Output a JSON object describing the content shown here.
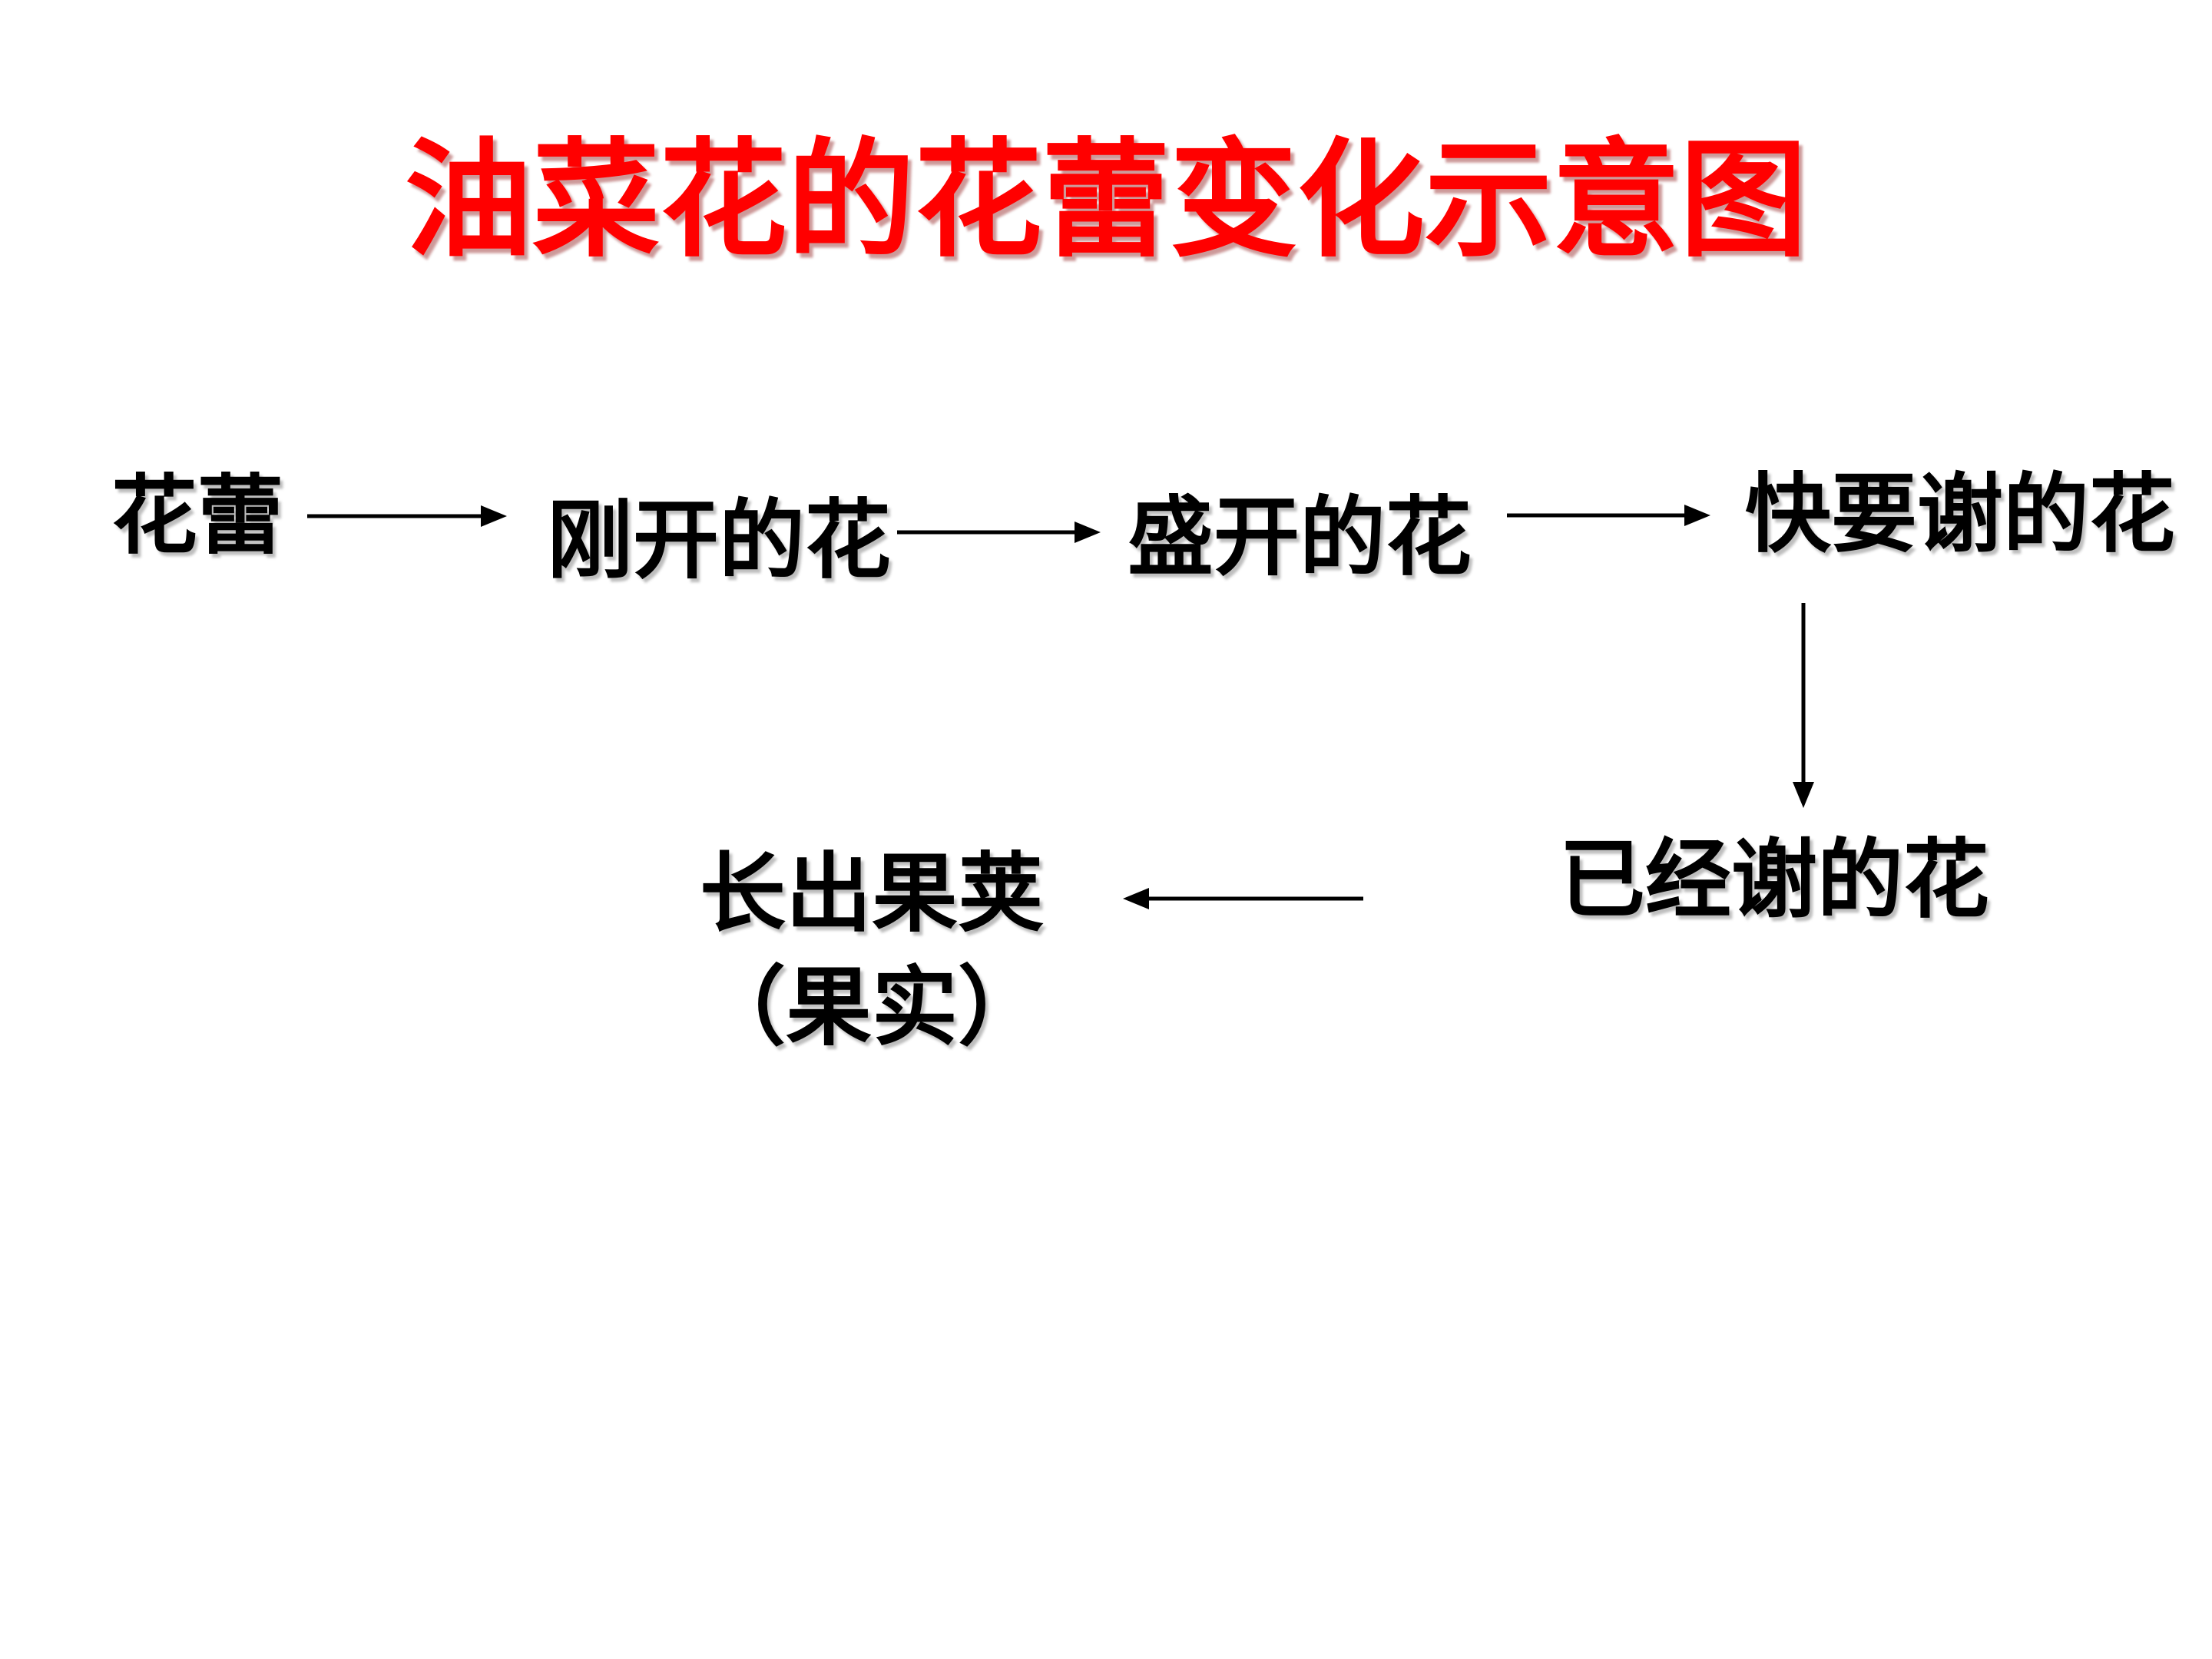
{
  "slide": {
    "background_color": "#ffffff",
    "title": {
      "text": "油菜花的花蕾变化示意图",
      "color": "#ff0000"
    }
  },
  "diagram": {
    "type": "flowchart",
    "text_color": "#000000",
    "arrow_color": "#000000",
    "nodes": [
      {
        "id": "flower-bud",
        "label": "花蕾"
      },
      {
        "id": "just-opened-flower",
        "label": "刚开的花"
      },
      {
        "id": "full-bloom-flower",
        "label": "盛开的花"
      },
      {
        "id": "about-to-wither-flower",
        "label": "快要谢的花"
      },
      {
        "id": "withered-flower",
        "label": "已经谢的花"
      },
      {
        "id": "seed-pod",
        "label": "长出果荚",
        "sublabel": "（果实）"
      }
    ],
    "edges": [
      {
        "from": "花蕾",
        "to": "刚开的花",
        "direction": "right"
      },
      {
        "from": "刚开的花",
        "to": "盛开的花",
        "direction": "right"
      },
      {
        "from": "盛开的花",
        "to": "快要谢的花",
        "direction": "right"
      },
      {
        "from": "快要谢的花",
        "to": "已经谢的花",
        "direction": "down"
      },
      {
        "from": "已经谢的花",
        "to": "长出果荚（果实）",
        "direction": "left"
      }
    ]
  }
}
